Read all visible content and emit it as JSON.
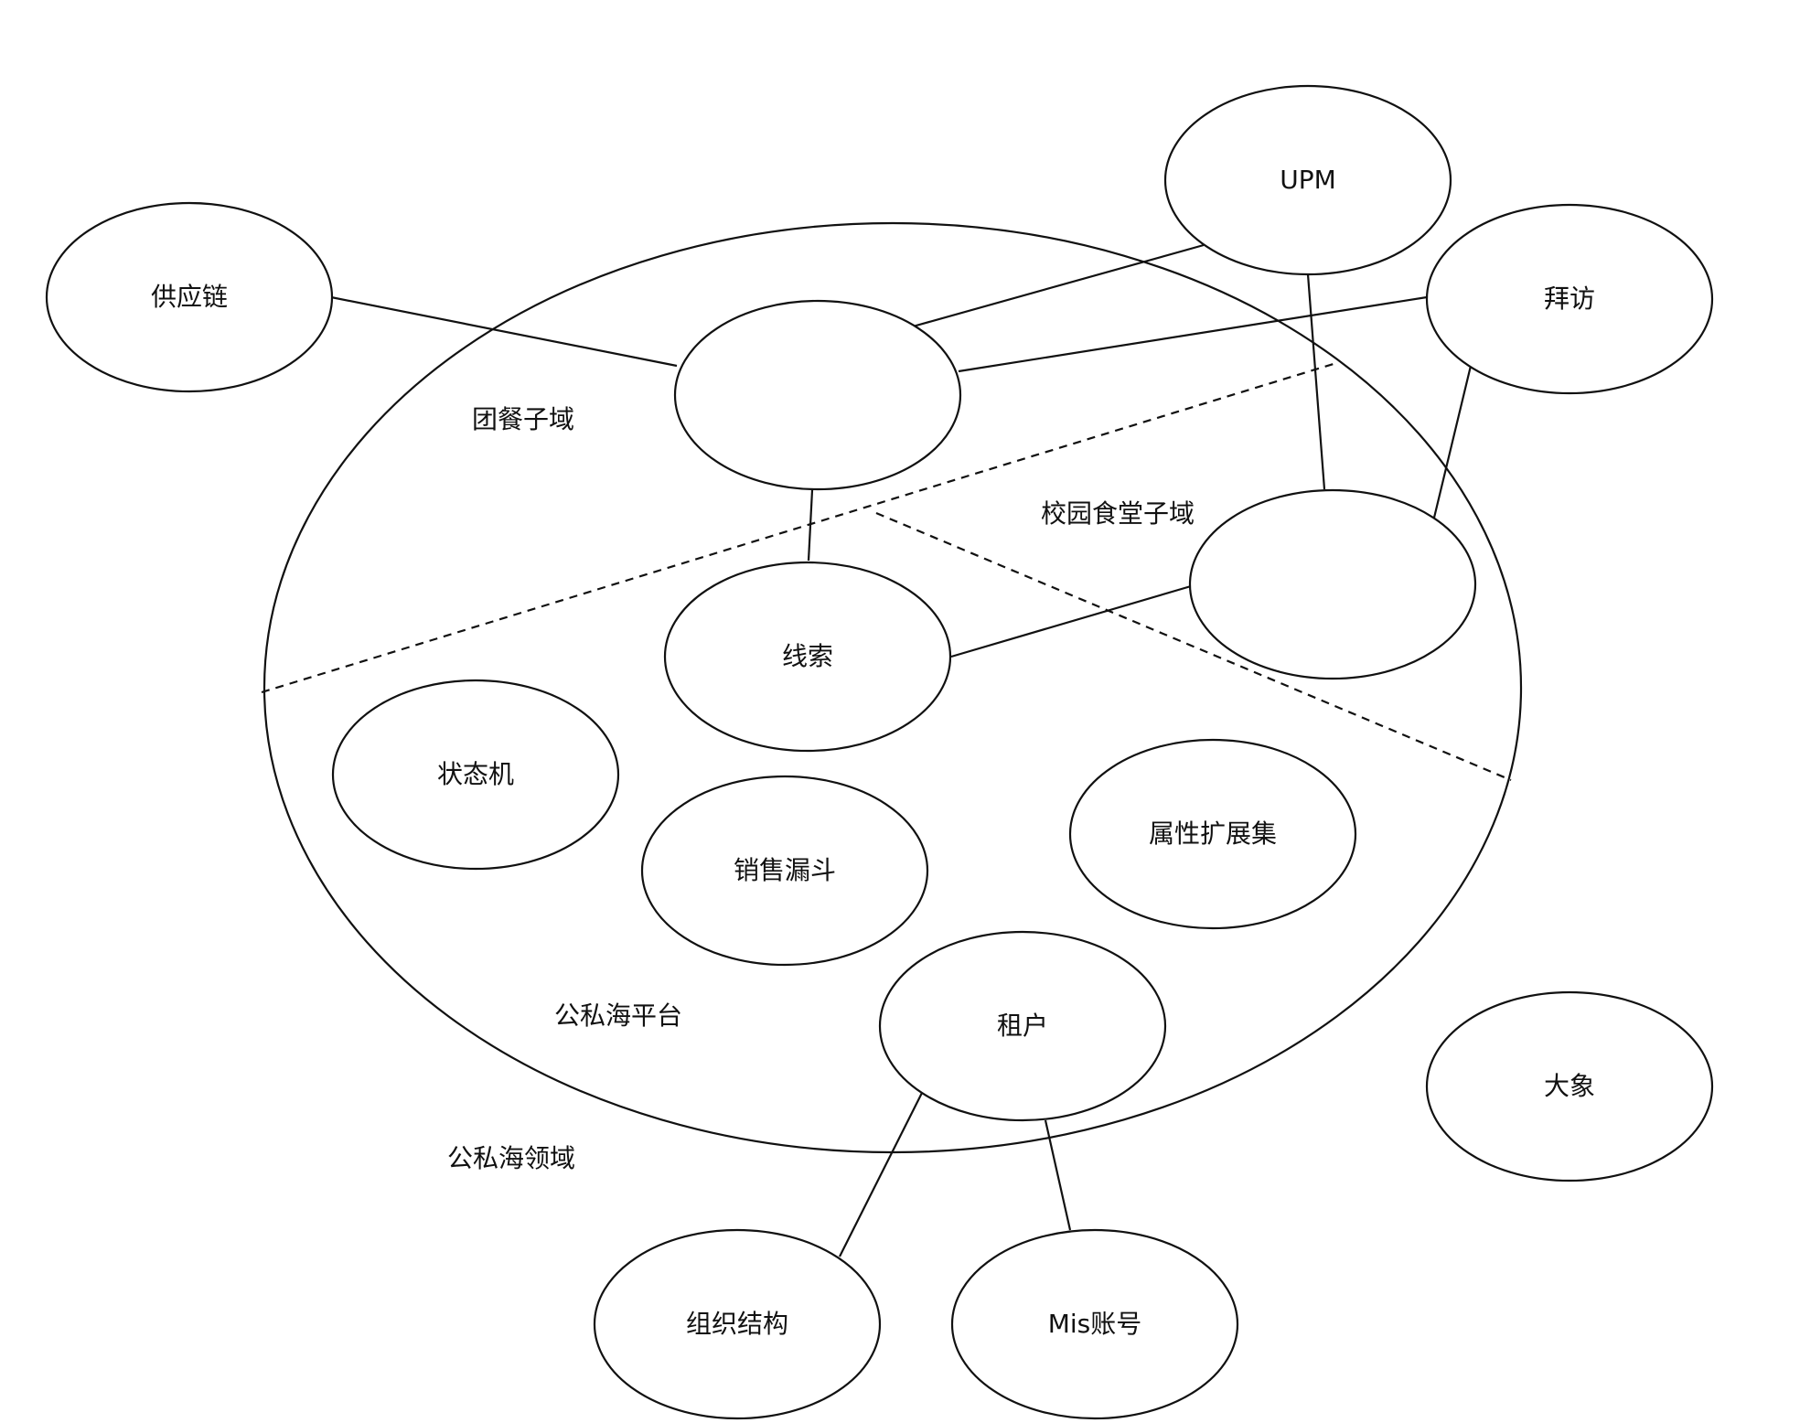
{
  "nodes": {
    "supply_chain": "供应链",
    "upm": "UPM",
    "visit": "拜访",
    "group_meal_center": "",
    "campus_center": "",
    "clue": "线索",
    "state_machine": "状态机",
    "sales_funnel": "销售漏斗",
    "attribute_ext": "属性扩展集",
    "tenant": "租户",
    "elephant": "大象",
    "org_structure": "组织结构",
    "mis_account": "Mis账号"
  },
  "labels": {
    "group_meal_subdomain": "团餐子域",
    "campus_canteen_subdomain": "校园食堂子域",
    "platform": "公私海平台",
    "domain": "公私海领域"
  },
  "connections": [
    {
      "from": "supply_chain",
      "to": "group_meal_center"
    },
    {
      "from": "upm",
      "to": "group_meal_center"
    },
    {
      "from": "visit",
      "to": "group_meal_center"
    },
    {
      "from": "upm",
      "to": "campus_center"
    },
    {
      "from": "visit",
      "to": "campus_center"
    },
    {
      "from": "group_meal_center",
      "to": "clue"
    },
    {
      "from": "campus_center",
      "to": "clue"
    },
    {
      "from": "tenant",
      "to": "org_structure"
    },
    {
      "from": "tenant",
      "to": "mis_account"
    }
  ]
}
